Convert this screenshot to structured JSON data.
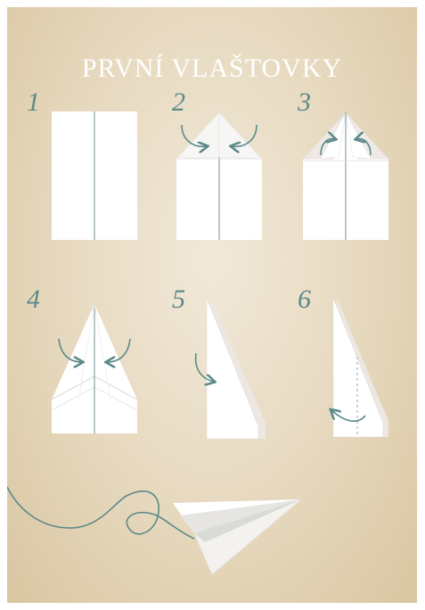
{
  "title": "PRVNÍ VLAŠTOVKY",
  "steps": [
    {
      "number": "1"
    },
    {
      "number": "2"
    },
    {
      "number": "3"
    },
    {
      "number": "4"
    },
    {
      "number": "5"
    },
    {
      "number": "6"
    }
  ],
  "colors": {
    "background": "#e6d8bd",
    "paper": "#ffffff",
    "accent": "#5b8a88",
    "fold_line": "#8aa3a6"
  },
  "icons": [
    "curved-arrow-icon",
    "paper-plane-icon",
    "flight-path-icon"
  ]
}
